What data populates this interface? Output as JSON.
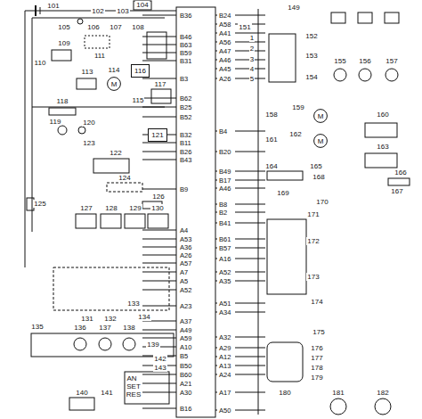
{
  "diagram": {
    "nodes": [
      {
        "text": [
          "116"
        ]
      },
      {
        "text": [
          "121"
        ]
      },
      {
        "text": [
          "M"
        ]
      },
      {
        "text": [
          "M"
        ]
      },
      {
        "text": [
          "M"
        ]
      }
    ],
    "labels": [
      "B36",
      "B46",
      "B63",
      "B59",
      "B31",
      "B3",
      "B62",
      "B25",
      "B52",
      "B32",
      "B11",
      "B26",
      "B43",
      "B9",
      "A4",
      "A53",
      "A36",
      "A26",
      "A57",
      "A7",
      "A5",
      "A52",
      "A23",
      "A37",
      "A49",
      "A59",
      "A10",
      "B5",
      "B50",
      "B60",
      "A21",
      "A30",
      "B16",
      "B24",
      "A58",
      "A41",
      "A56",
      "A47",
      "A46",
      "A45",
      "A26",
      "B4",
      "B20",
      "B49",
      "B17",
      "A46",
      "B8",
      "B2",
      "B41",
      "B61",
      "B57",
      "A16",
      "A52",
      "A35",
      "A51",
      "A34",
      "A32",
      "A29",
      "A12",
      "A13",
      "A24",
      "A17",
      "A50",
      "101",
      "102",
      "103",
      "104",
      "105",
      "106",
      "107",
      "108",
      "109",
      "110",
      "111",
      "113",
      "114",
      "115",
      "117",
      "118",
      "119",
      "120",
      "122",
      "123",
      "124",
      "125",
      "126",
      "127",
      "128",
      "129",
      "130",
      "131",
      "132",
      "133",
      "134",
      "135",
      "136",
      "137",
      "138",
      "139",
      "140",
      "141",
      "142",
      "143",
      "149",
      "151",
      "152",
      "153",
      "154",
      "155",
      "156",
      "157",
      "158",
      "159",
      "160",
      "161",
      "162",
      "163",
      "164",
      "165",
      "166",
      "167",
      "168",
      "169",
      "170",
      "171",
      "172",
      "173",
      "174",
      "175",
      "176",
      "177",
      "178",
      "179",
      "180",
      "181",
      "182",
      "AN",
      "SET",
      "RES",
      "1",
      "2",
      "3",
      "4",
      "5"
    ]
  }
}
